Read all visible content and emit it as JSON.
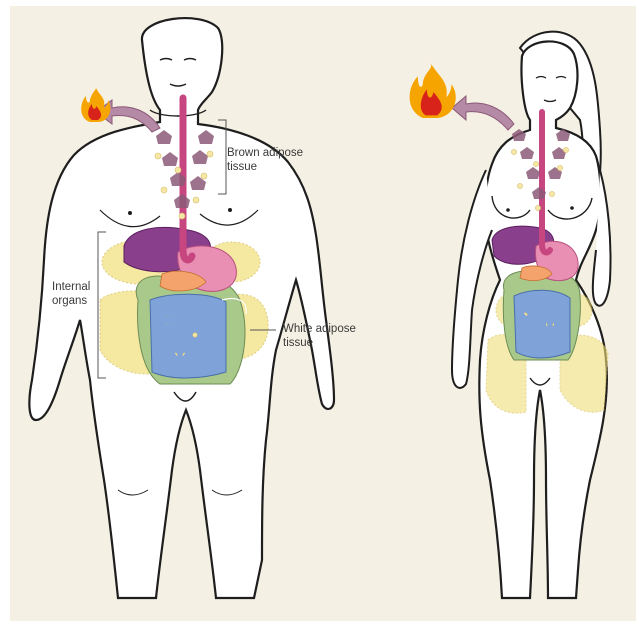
{
  "labels": {
    "brown_adipose": [
      "Brown adipose",
      "tissue"
    ],
    "internal_organs": [
      "Internal",
      "organs"
    ],
    "white_adipose": [
      "White adipose",
      "tissue"
    ]
  },
  "colors": {
    "background": "#f5f0e4",
    "outline": "#1e1e1e",
    "brown_fat": "#8c5a78",
    "white_fat": "#f1df7a",
    "liver": "#8a3f8c",
    "stomach": "#e98fb3",
    "intestine_large": "#a9c98a",
    "intestine_small": "#7fa3d8",
    "esophagus": "#c7467f",
    "flame_outer": "#f6a500",
    "flame_inner": "#d8231a"
  },
  "icons": [
    "flame-icon",
    "arrow-icon"
  ]
}
